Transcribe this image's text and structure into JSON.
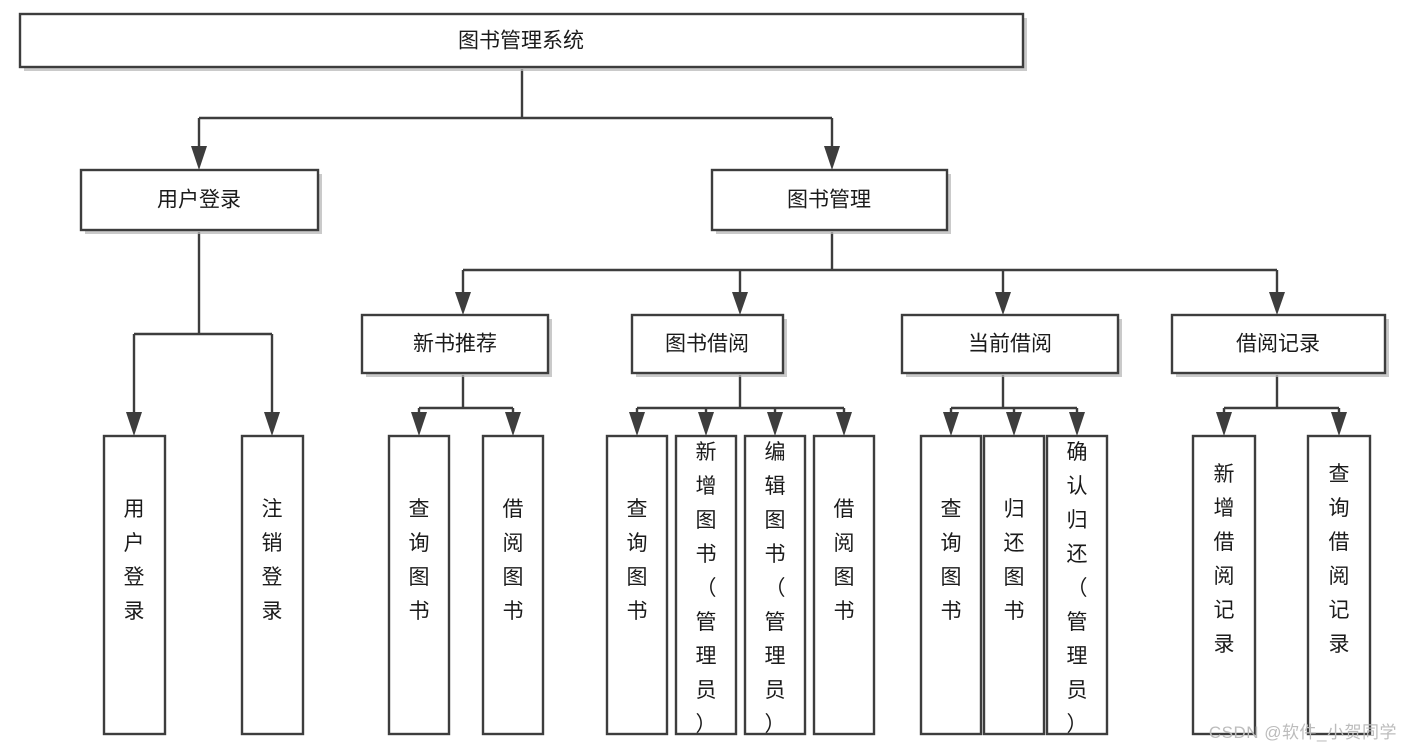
{
  "diagram": {
    "type": "tree-hierarchy",
    "orientation": "top-down",
    "root": {
      "label": "图书管理系统"
    },
    "level1": [
      {
        "label": "用户登录"
      },
      {
        "label": "图书管理"
      }
    ],
    "level2": [
      {
        "label": "新书推荐",
        "parent": "图书管理"
      },
      {
        "label": "图书借阅",
        "parent": "图书管理"
      },
      {
        "label": "当前借阅",
        "parent": "图书管理"
      },
      {
        "label": "借阅记录",
        "parent": "图书管理"
      }
    ],
    "leaves": {
      "user_login": [
        "用户登录",
        "注销登录"
      ],
      "new_book_recommend": [
        "查询图书",
        "借阅图书"
      ],
      "book_borrow": [
        "查询图书",
        "新增图书（管理员）",
        "编辑图书（管理员）",
        "借阅图书"
      ],
      "current_borrow": [
        "查询图书",
        "归还图书",
        "确认归还（管理员）"
      ],
      "borrow_record": [
        "新增借阅记录",
        "查询借阅记录"
      ]
    }
  },
  "colors": {
    "stroke": "#3d3d3d",
    "box_fill": "#ffffff",
    "text": "#1b1b1b",
    "shadow": "#b8b8b8",
    "watermark": "#bcbcbc",
    "background": "#ffffff"
  },
  "watermark": {
    "text": "CSDN @软件_小贺同学"
  }
}
